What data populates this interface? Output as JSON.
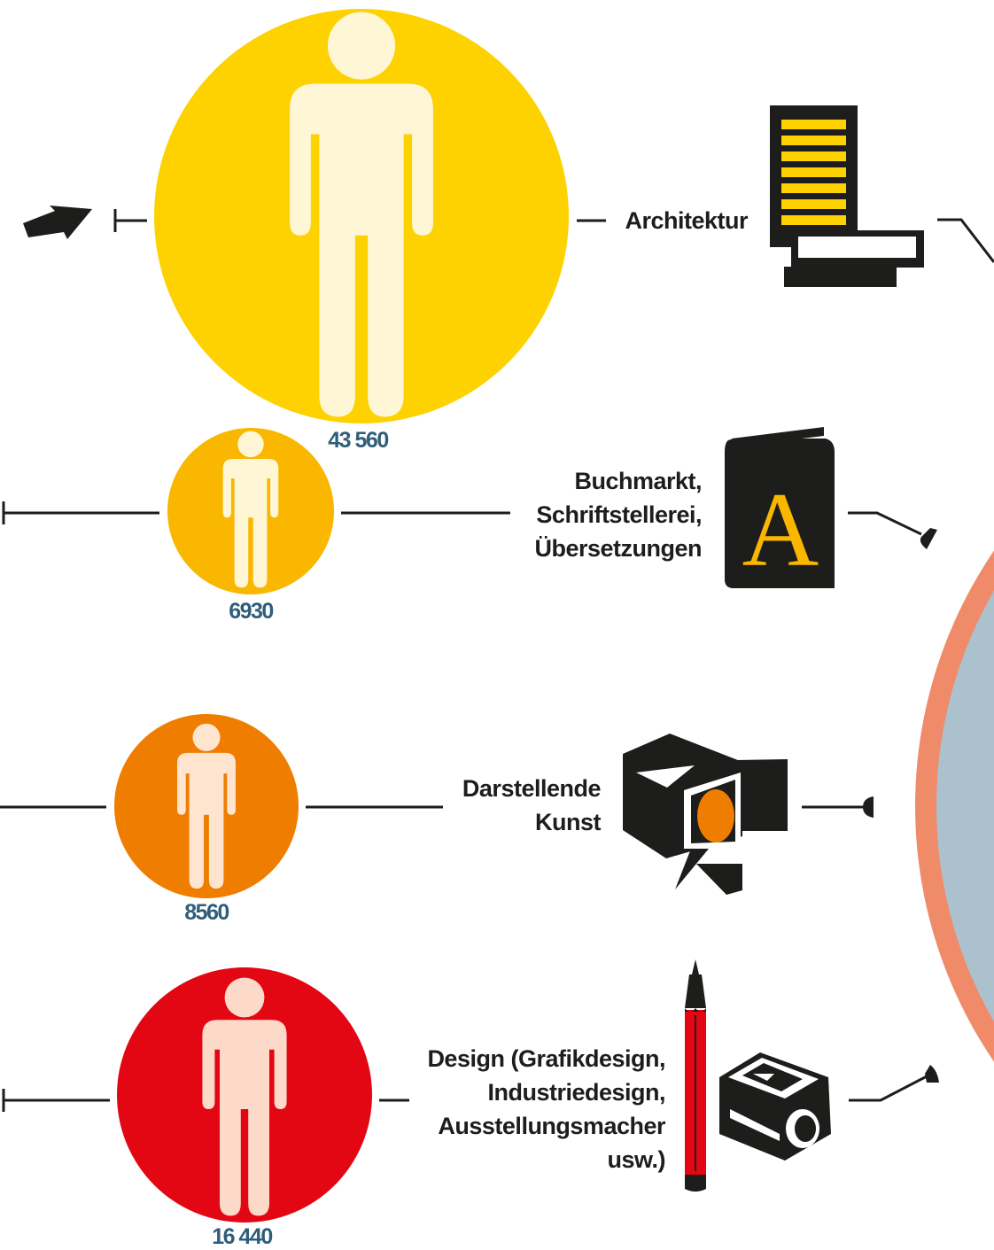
{
  "colors": {
    "architektur": "#fdd200",
    "buchmarkt": "#fab700",
    "darstellende_kunst": "#ee7d00",
    "design": "#e30613",
    "number_text": "#2e5e7a",
    "line": "#1d1d1b",
    "big_circle_fill": "#abc1cd",
    "big_circle_ring": "#f08b6a"
  },
  "categories": [
    {
      "id": "architektur",
      "label_lines": [
        "Architektur"
      ],
      "count": "43 560",
      "icon": "drafting-table-icon"
    },
    {
      "id": "buchmarkt",
      "label_lines": [
        "Buchmarkt,",
        "Schriftstellerei,",
        "Übersetzungen"
      ],
      "count": "6930",
      "icon": "book-icon"
    },
    {
      "id": "darstellende_kunst",
      "label_lines": [
        "Darstellende",
        "Kunst"
      ],
      "count": "8560",
      "icon": "stage-spotlight-icon"
    },
    {
      "id": "design",
      "label_lines": [
        "Design (Grafikdesign,",
        "Industriedesign,",
        "Ausstellungsmacher",
        "usw.)"
      ],
      "count": "16 440",
      "icon": "pencil-sharpener-icon"
    }
  ],
  "book_letter": "A"
}
